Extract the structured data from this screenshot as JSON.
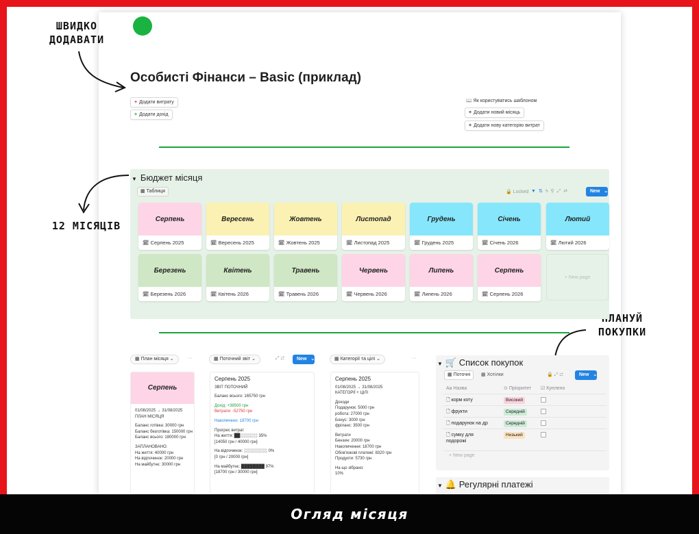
{
  "annotations": {
    "quick_add": "ШВИДКО\nДОДАВАТИ",
    "months_12": "12 МІСЯЦІВ",
    "plan_purchases": "ПЛАНУЙ\nПОКУПКИ"
  },
  "page": {
    "title": "Особисті Фінанси – Basic (приклад)",
    "quick_buttons": [
      "Додати витрату",
      "Додати дохід"
    ],
    "how_to": "Як користуватись шаблоном",
    "right_buttons": [
      "Додати новий місяць",
      "Додати нову категорію витрат"
    ]
  },
  "budget": {
    "heading": "Бюджет місяця",
    "view_tab": "Таблиця",
    "locked": "Locked",
    "new_label": "New",
    "new_page": "+ New page",
    "cards": [
      {
        "title": "Серпень",
        "label": "Серпень 2025",
        "color": "#fdd5e6"
      },
      {
        "title": "Вересень",
        "label": "Вересень 2025",
        "color": "#fbf1b3"
      },
      {
        "title": "Жовтень",
        "label": "Жовтень 2025",
        "color": "#fbf1b3"
      },
      {
        "title": "Листопад",
        "label": "Листопад 2025",
        "color": "#fbf1b3"
      },
      {
        "title": "Грудень",
        "label": "Грудень 2025",
        "color": "#86e6fb"
      },
      {
        "title": "Січень",
        "label": "Січень 2026",
        "color": "#86e6fb"
      },
      {
        "title": "Лютий",
        "label": "Лютий 2026",
        "color": "#86e6fb"
      },
      {
        "title": "Березень",
        "label": "Березень 2026",
        "color": "#cfe7c4"
      },
      {
        "title": "Квітень",
        "label": "Квітень 2026",
        "color": "#cfe7c4"
      },
      {
        "title": "Травень",
        "label": "Травень 2026",
        "color": "#cfe7c4"
      },
      {
        "title": "Червень",
        "label": "Червень 2026",
        "color": "#fdd5e6"
      },
      {
        "title": "Липень",
        "label": "Липень 2026",
        "color": "#fdd5e6"
      },
      {
        "title": "Серпень",
        "label": "Серпень 2026",
        "color": "#fdd5e6"
      }
    ]
  },
  "bottom": {
    "plan_pill": "План місяця",
    "current_pill": "Поточний звіт",
    "categories_pill": "Категорії та цілі",
    "new_label": "New",
    "plan_card": {
      "title": "Серпень",
      "lines": [
        "01/08/2025 → 31/08/2025",
        "ПЛАН МІСЯЦЯ",
        "",
        "Баланс готівка: 30000 грн",
        "Баланс безготівка: 150000 грн",
        "Баланс всього: 180000 грн",
        "",
        "ЗАПЛАНОВАНО:",
        "На життя: 40000 грн",
        "На відпочинок: 20000 грн",
        "На майбутнє: 30000 грн"
      ]
    },
    "current_card": {
      "title": "Серпень 2025",
      "lines": [
        "ЗВІТ ПОТОЧНИЙ",
        "",
        "Баланс всього: 165750 грн",
        "",
        "Дохід: +38500 грн",
        "Витрати: -52750 грн",
        "",
        "Накопичено: 18700 грн",
        "",
        "Прогрес витрат",
        "На життя: ██░░░░░░ 35%",
        "[14050 грн / 40000 грн]",
        "",
        "На відпочинок: ░░░░░░░░ 0%",
        "[0 грн / 20000 грн]",
        "",
        "На майбутнє: ████████ 97%",
        "[18700 грн / 30000 грн]"
      ]
    },
    "categories_card": {
      "title": "Серпень 2025",
      "lines": [
        "01/08/2025 → 31/08/2025",
        "КАТЕГОРІЇ + ЦІЛІ",
        "",
        "Доходи",
        "Подарунок: 5000 грн",
        "робота: 27000 грн",
        "Бонус: 3000 грн",
        "фріланс: 3500 грн",
        "",
        "Витрати",
        "Бензин: 20000 грн",
        "Накопичення: 18700 грн",
        "Обов'язкові платежі: 8320 грн",
        "Продукти: 5730 грн",
        "",
        "На що зібрано:",
        "10%"
      ]
    }
  },
  "shopping": {
    "heading": "Список покупок",
    "tabs": [
      "Поточні",
      "Хотілки"
    ],
    "new_label": "New",
    "columns": [
      "Назва",
      "Пріоритет",
      "Куплено"
    ],
    "rows": [
      {
        "name": "корм коту",
        "priority": "Високий",
        "pcolor": "#fbd2dc"
      },
      {
        "name": "фрукти",
        "priority": "Середній",
        "pcolor": "#cdebd8"
      },
      {
        "name": "подарунок на др",
        "priority": "Середній",
        "pcolor": "#cdebd8"
      },
      {
        "name": "сумку для подорожі",
        "priority": "Низький",
        "pcolor": "#fae3c0"
      }
    ],
    "new_page": "+ New page"
  },
  "payments": {
    "heading": "Регулярні платежі"
  },
  "footer": {
    "caption": "Огляд місяця"
  },
  "colors": {
    "frame": "#e8141b",
    "accent_green": "#1aa33c",
    "notion_blue": "#2383e2",
    "budget_bg": "#e6f2e8"
  }
}
